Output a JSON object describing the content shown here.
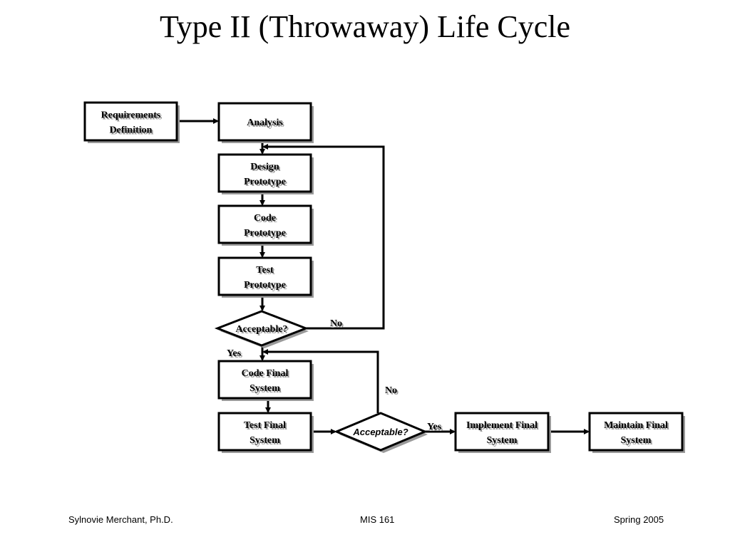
{
  "title": "Type II (Throwaway) Life Cycle",
  "diagram": {
    "nodes": {
      "requirements": [
        "Requirements",
        "Definition"
      ],
      "analysis": [
        "Analysis"
      ],
      "design_prototype": [
        "Design",
        "Prototype"
      ],
      "code_prototype": [
        "Code",
        "Prototype"
      ],
      "test_prototype": [
        "Test",
        "Prototype"
      ],
      "acceptable_1": [
        "Acceptable?"
      ],
      "code_final": [
        "Code Final",
        "System"
      ],
      "test_final": [
        "Test Final",
        "System"
      ],
      "acceptable_2": [
        "Acceptable?"
      ],
      "implement_final": [
        "Implement Final",
        "System"
      ],
      "maintain_final": [
        "Maintain Final",
        "System"
      ]
    },
    "edge_labels": {
      "no_1": "No",
      "yes_1": "Yes",
      "no_2": "No",
      "yes_2": "Yes"
    }
  },
  "footer": {
    "left": "Sylnovie Merchant, Ph.D.",
    "center": "MIS 161",
    "right": "Spring 2005"
  }
}
